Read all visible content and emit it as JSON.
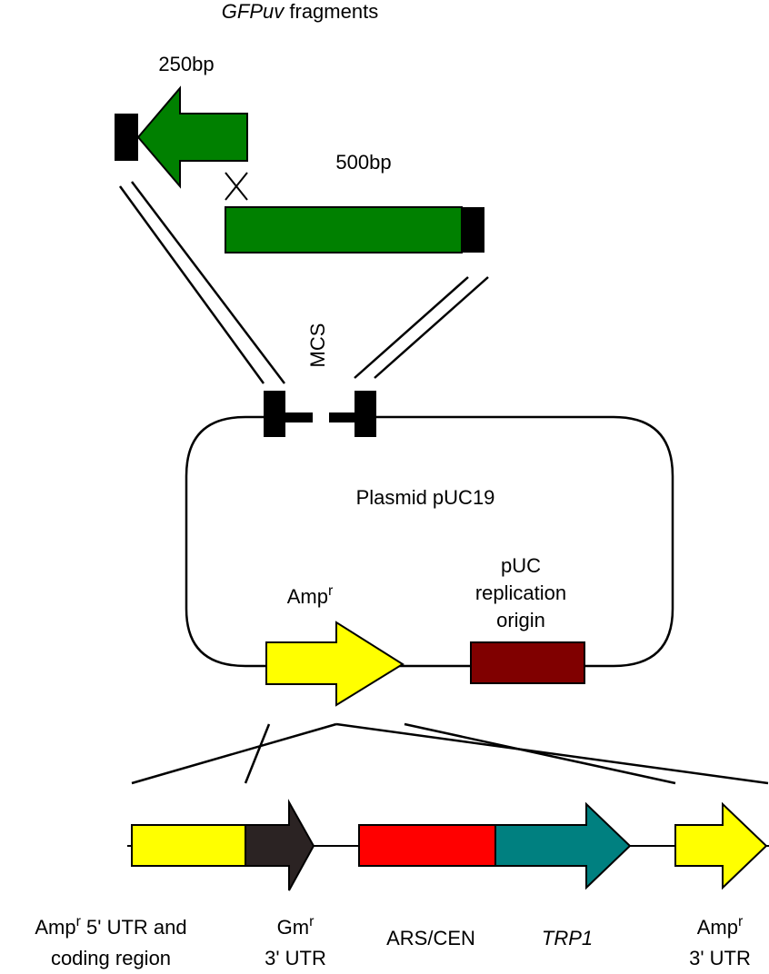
{
  "colors": {
    "green": "#008000",
    "yellow": "#FFFF00",
    "dark_red": "#800000",
    "red": "#FF0000",
    "teal": "#008080",
    "dark_gray": "#2b2323",
    "black": "#000000"
  },
  "labels": {
    "fragments_title_italic": "GFPuv",
    "fragments_title_rest": " fragments",
    "frag_250": "250bp",
    "frag_500": "500bp",
    "mcs": "MCS",
    "plasmid": "Plasmid pUC19",
    "ampr_main": "Amp",
    "ampr_sup": "r",
    "puc_line1": "pUC",
    "puc_line2": "replication",
    "puc_line3": "origin",
    "amp5_main": "Amp",
    "amp5_sup": "r",
    "amp5_rest": " 5' UTR and",
    "amp5_line2": "coding region",
    "gm_main": "Gm",
    "gm_sup": "r",
    "gm_line2": "3' UTR",
    "ars_cen": "ARS/CEN",
    "trp1": "TRP1",
    "amp3_main": "Amp",
    "amp3_sup": "r",
    "amp3_line2": "3' UTR"
  }
}
